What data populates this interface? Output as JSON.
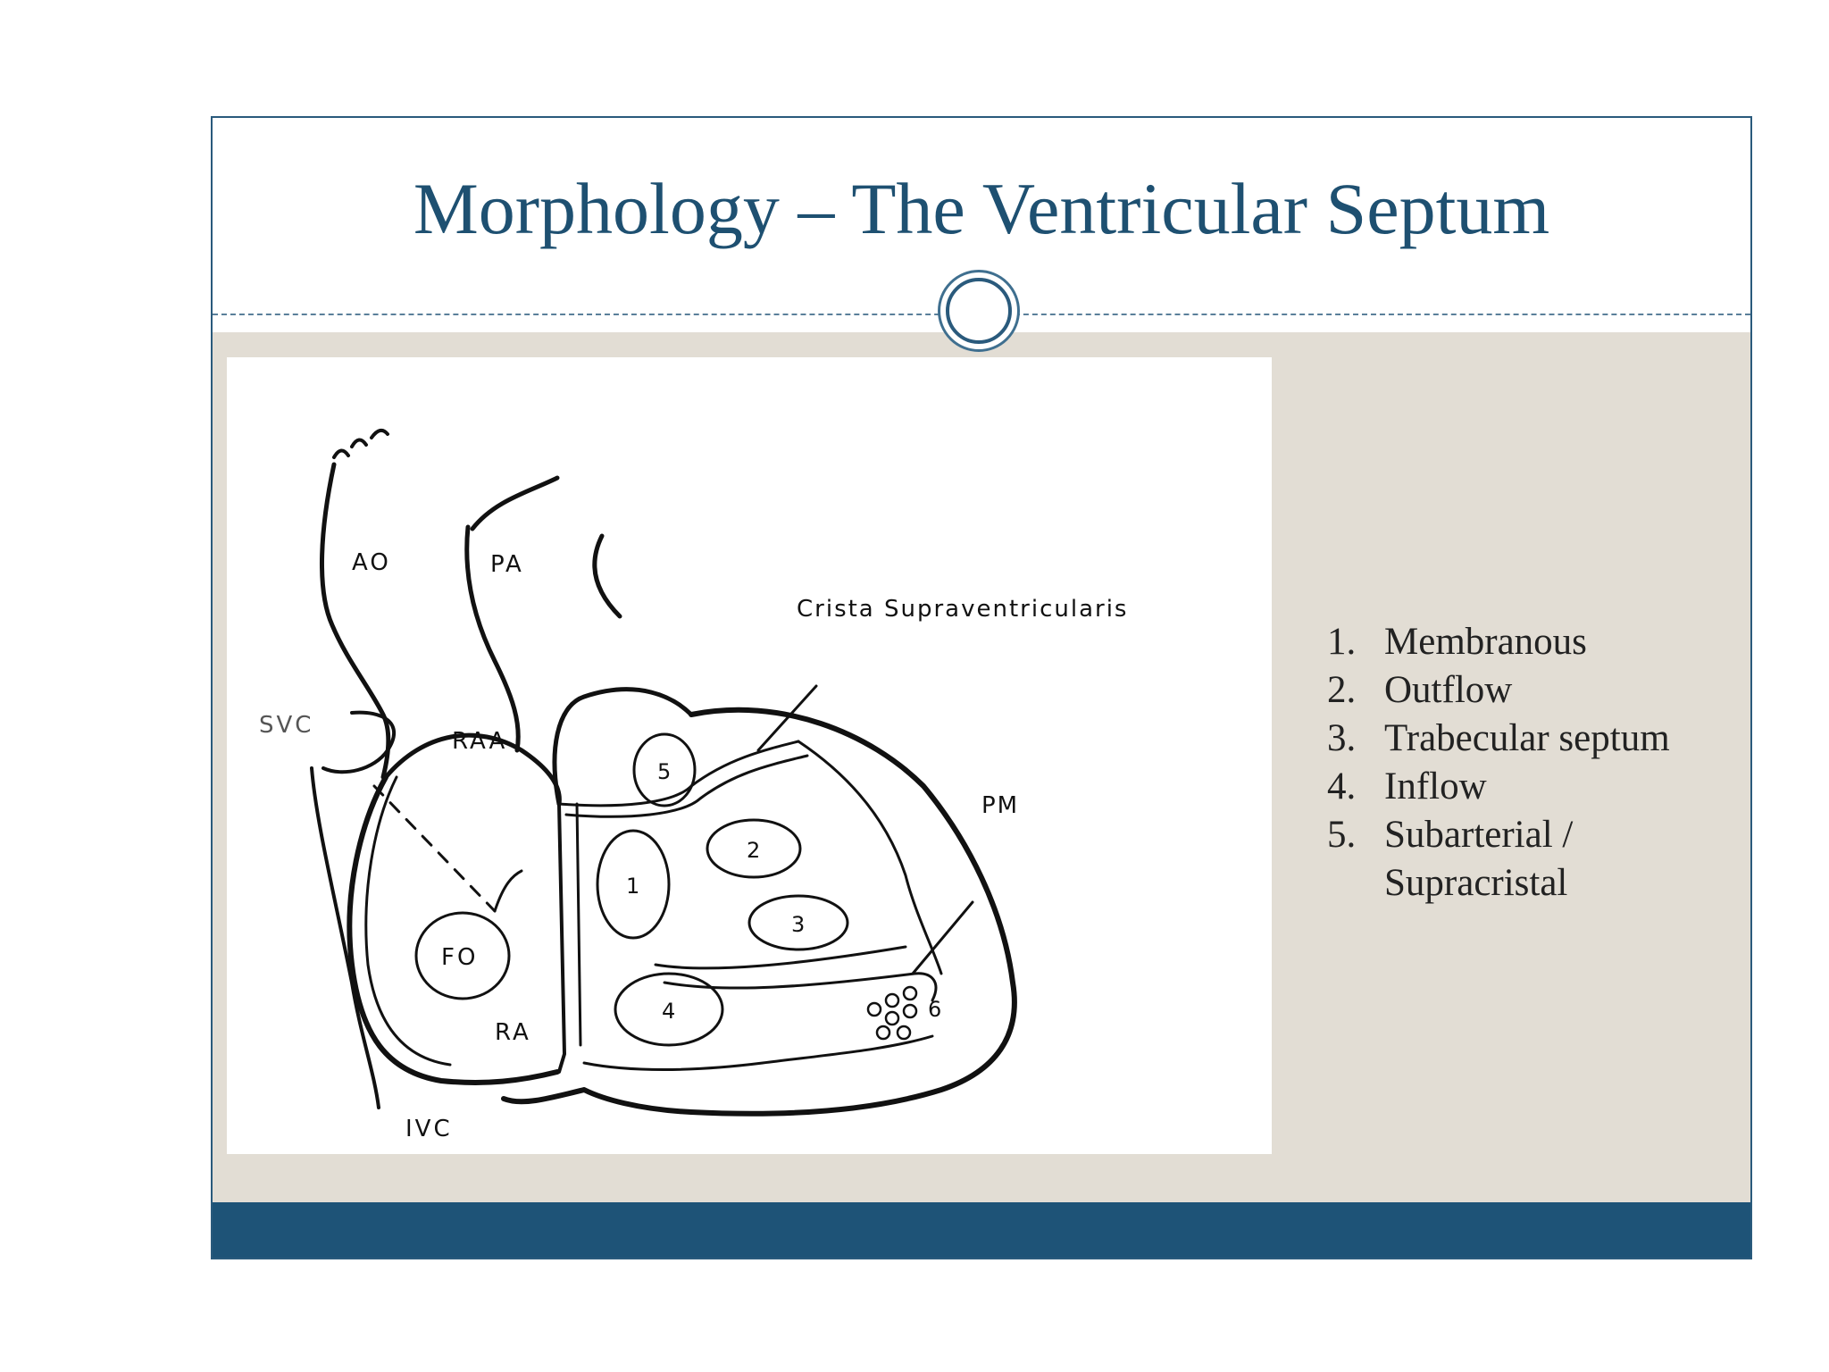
{
  "slide": {
    "title": "Morphology – The Ventricular Septum"
  },
  "diagram": {
    "labels": {
      "ao": "AO",
      "pa": "PA",
      "svc": "SVC",
      "raa": "RAA",
      "fo": "FO",
      "ra": "RA",
      "ivc": "IVC",
      "pm": "PM",
      "crista": "Crista Supraventricularis",
      "region1": "1",
      "region2": "2",
      "region3": "3",
      "region4": "4",
      "region5": "5",
      "region6": "6"
    }
  },
  "legend": {
    "items": [
      {
        "number": "1.",
        "text": "Membranous"
      },
      {
        "number": "2.",
        "text": "Outflow"
      },
      {
        "number": "3.",
        "text": "Trabecular septum"
      },
      {
        "number": "4.",
        "text": "Inflow"
      },
      {
        "number": "5.",
        "text": "Subarterial / Supracristal"
      }
    ]
  },
  "colors": {
    "title": "#1e5071",
    "panel": "#e2ddd4",
    "footer": "#1e5377",
    "border": "#2a5a7c"
  }
}
